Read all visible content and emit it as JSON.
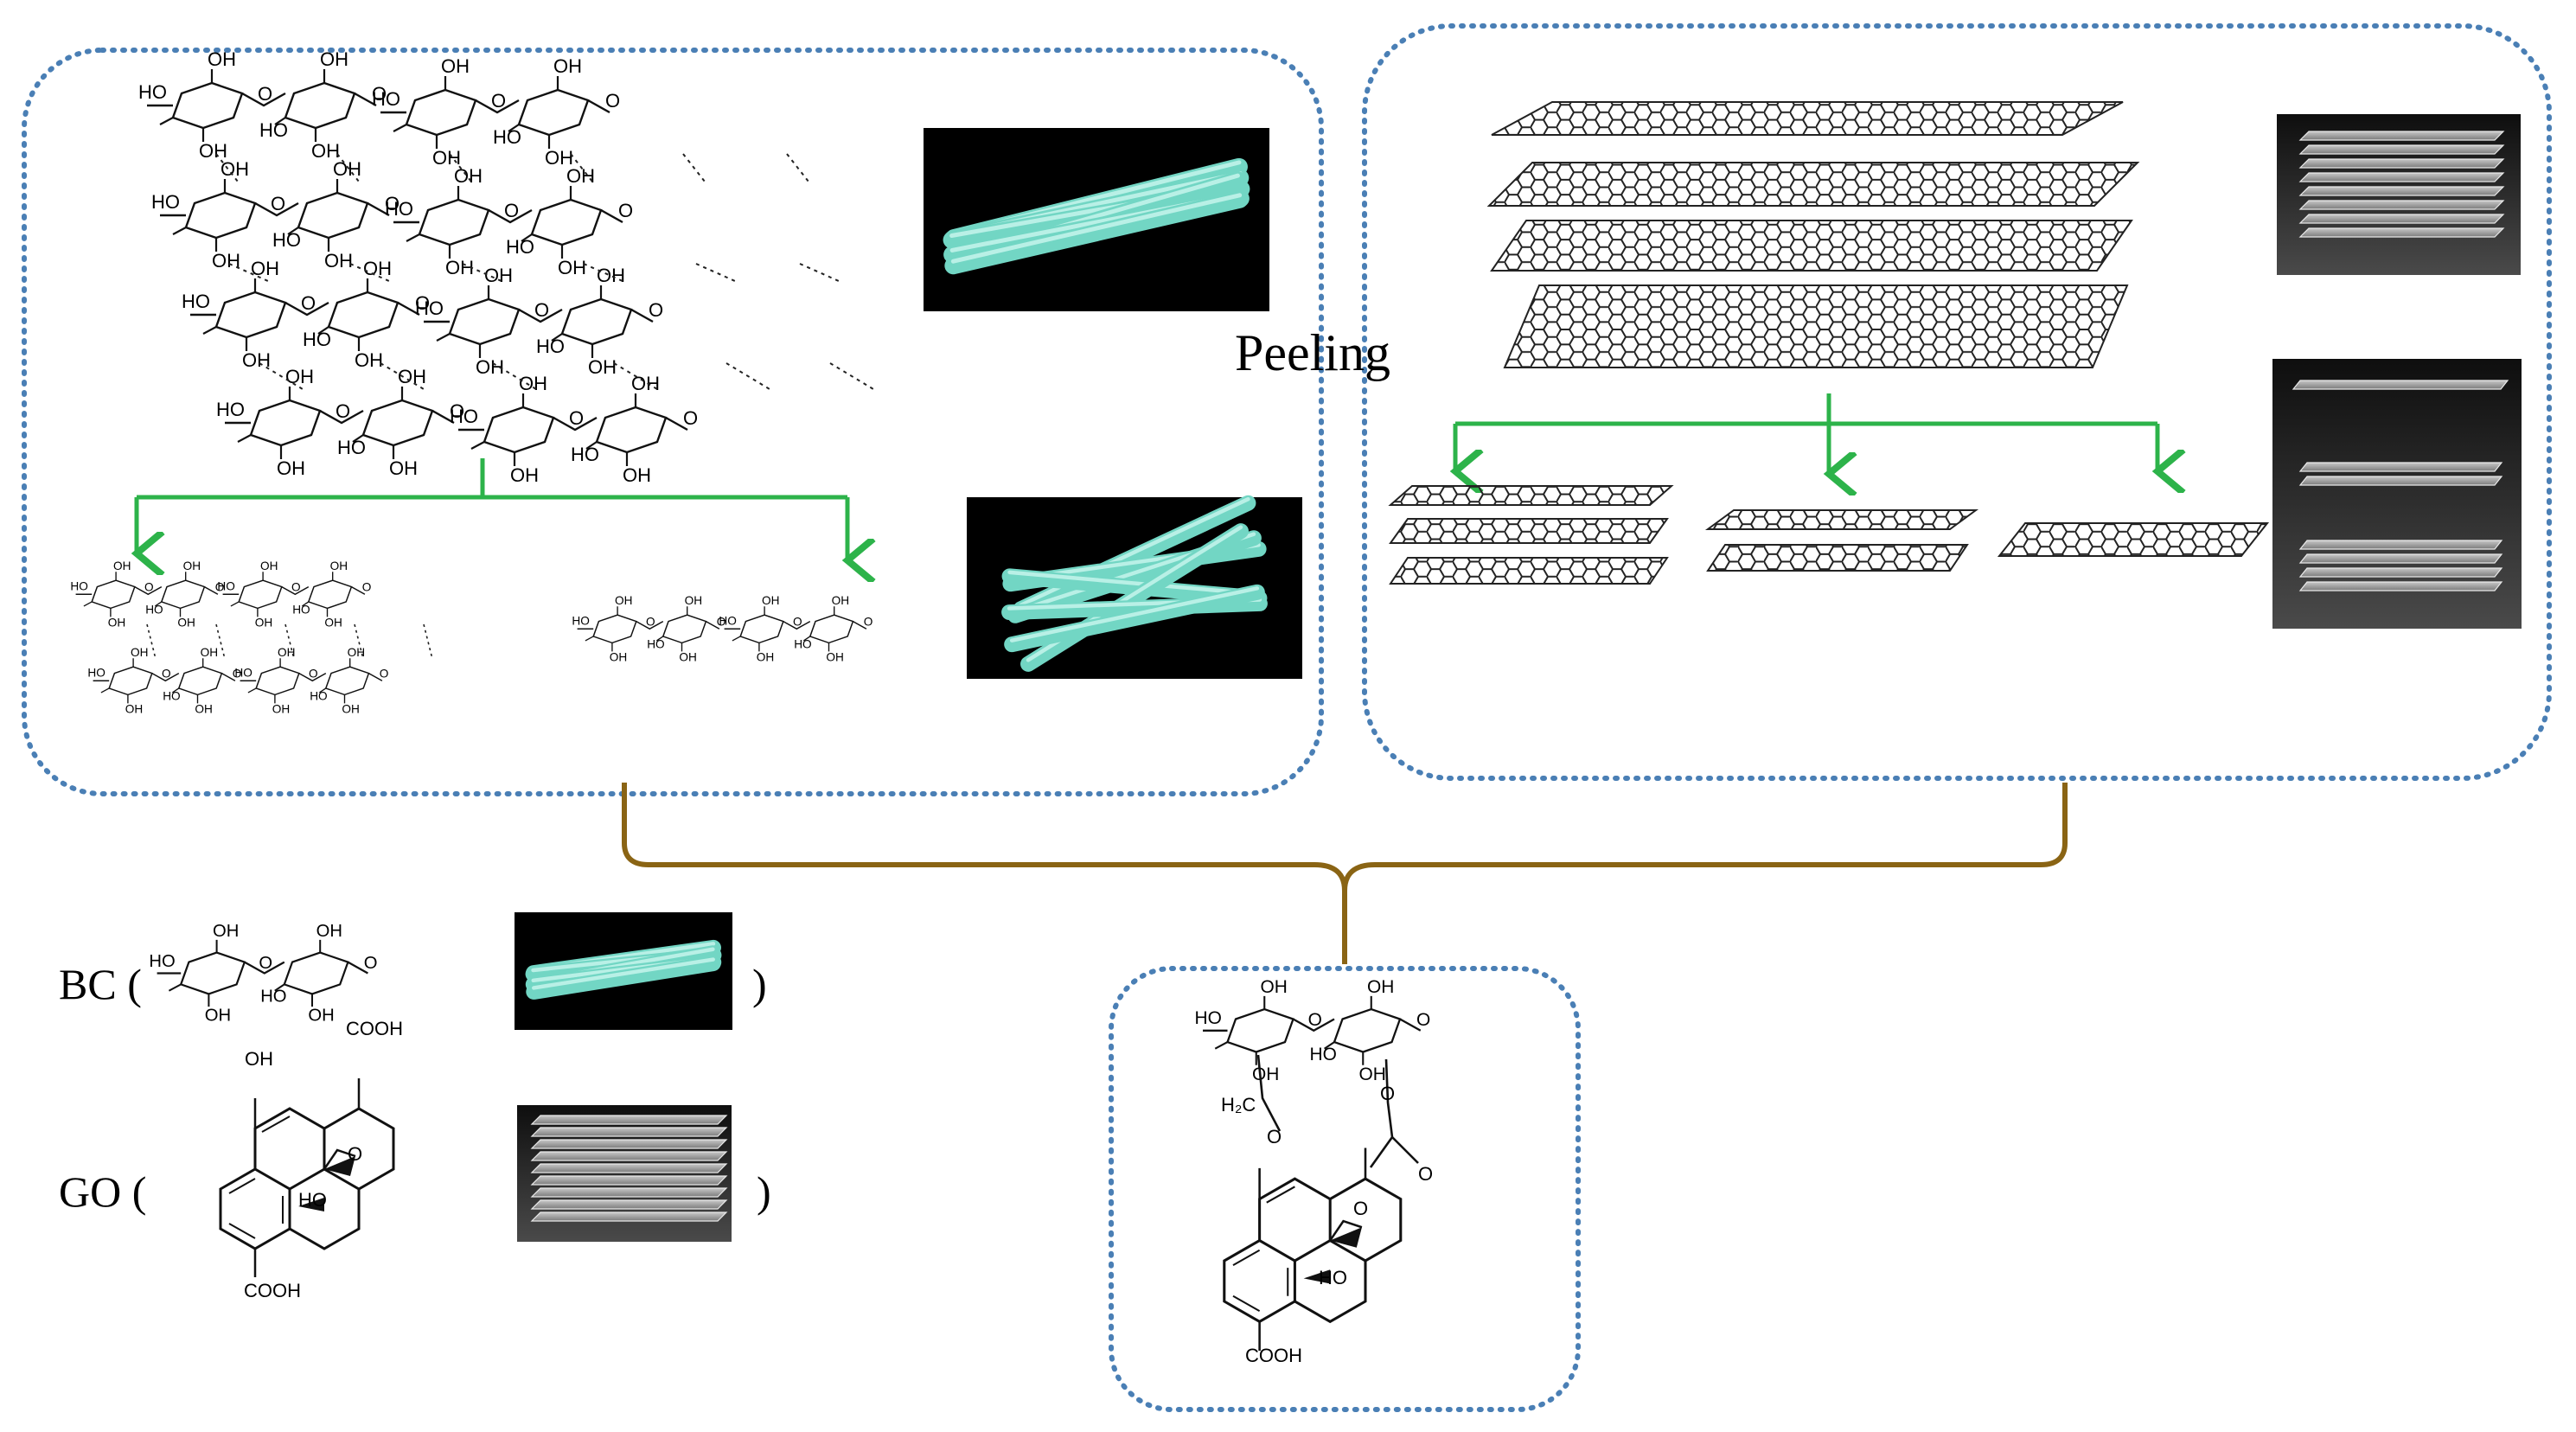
{
  "peeling_label": "Peeling",
  "bc_label": "BC (",
  "go_label": "GO (",
  "close_paren": ")",
  "chem": {
    "oh": "OH",
    "ho": "HO",
    "o": "O",
    "cooh": "COOH",
    "h2c": "H₂C"
  },
  "colors": {
    "dotted_border": "#4a7fb5",
    "green_arrow": "#2db34a",
    "brown_connector": "#8a6414",
    "fiber": "#72d6c4",
    "panel_dark": "#000000",
    "sheet_gray": "#9a9a9a"
  },
  "icons": [
    "cellulose-fiber-bundle-icon",
    "graphene-stack-icon",
    "graphene-lattice-icon"
  ]
}
